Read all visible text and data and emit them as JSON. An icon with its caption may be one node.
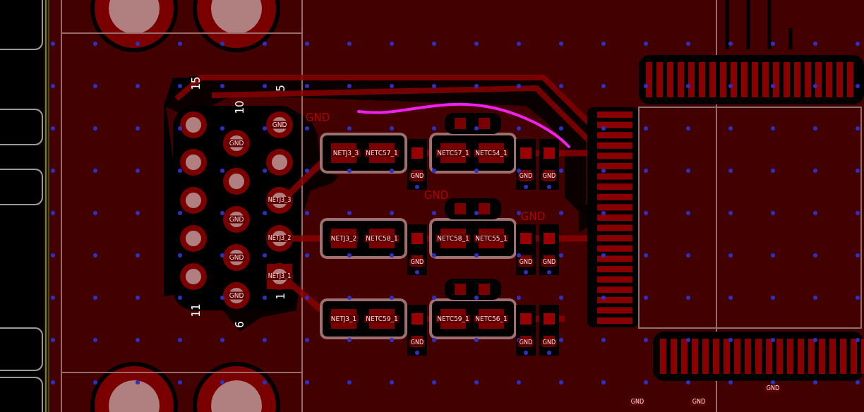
{
  "diagram": {
    "labels": [
      "15",
      "5",
      "10",
      "GND",
      "GND",
      "GND",
      "NETJ3_3",
      "NETC57_1",
      "NETC57_1",
      "NETC54_1",
      "GND",
      "GND",
      "GND",
      "GND",
      "NETJ3_3",
      "GND",
      "GND",
      "NETJ3_2",
      "NETJ3_2",
      "NETC58_1",
      "NETC58_1",
      "NETC55_1",
      "GND",
      "GND",
      "GND",
      "GND",
      "NETJ3_1",
      "GND",
      "1",
      "11",
      "NETJ3_1",
      "NETC59_1",
      "NETC59_1",
      "NETC56_1",
      "6",
      "GND",
      "GND",
      "GND",
      "GND",
      "GND",
      "GND"
    ]
  }
}
